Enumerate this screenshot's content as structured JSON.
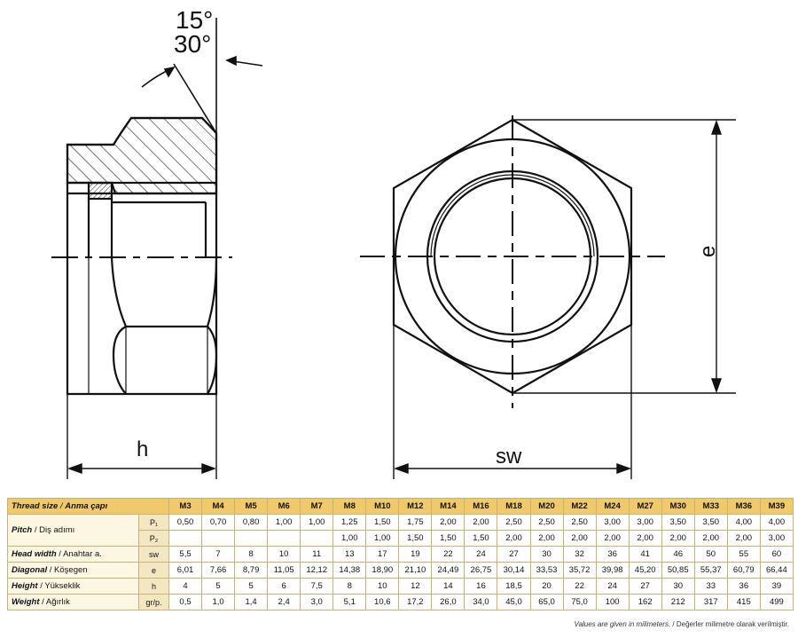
{
  "drawing": {
    "angle_top": "15°",
    "angle_bottom": "30°",
    "dim_h": "h",
    "dim_sw": "sw",
    "dim_e": "e"
  },
  "table": {
    "header": {
      "label_en": "Thread size",
      "label_tr": "Anma çapı",
      "sizes": [
        "M3",
        "M4",
        "M5",
        "M6",
        "M7",
        "M8",
        "M10",
        "M12",
        "M14",
        "M16",
        "M18",
        "M20",
        "M22",
        "M24",
        "M27",
        "M30",
        "M33",
        "M36",
        "M39"
      ]
    },
    "rows": [
      {
        "label_en": "Pitch",
        "label_tr": "Diş adımı",
        "symbol": "P₁",
        "values": [
          "0,50",
          "0,70",
          "0,80",
          "1,00",
          "1,00",
          "1,25",
          "1,50",
          "1,75",
          "2,00",
          "2,00",
          "2,50",
          "2,50",
          "2,50",
          "3,00",
          "3,00",
          "3,50",
          "3,50",
          "4,00",
          "4,00"
        ]
      },
      {
        "label_en": "",
        "label_tr": "",
        "symbol": "P₂",
        "values": [
          "",
          "",
          "",
          "",
          "",
          "1,00",
          "1,00",
          "1,50",
          "1,50",
          "1,50",
          "2,00",
          "2,00",
          "2,00",
          "2,00",
          "2,00",
          "2,00",
          "2,00",
          "2,00",
          "3,00"
        ]
      },
      {
        "label_en": "Head width",
        "label_tr": "Anahtar a.",
        "symbol": "sw",
        "values": [
          "5,5",
          "7",
          "8",
          "10",
          "11",
          "13",
          "17",
          "19",
          "22",
          "24",
          "27",
          "30",
          "32",
          "36",
          "41",
          "46",
          "50",
          "55",
          "60"
        ]
      },
      {
        "label_en": "Diagonal",
        "label_tr": "Köşegen",
        "symbol": "e",
        "values": [
          "6,01",
          "7,66",
          "8,79",
          "11,05",
          "12,12",
          "14,38",
          "18,90",
          "21,10",
          "24,49",
          "26,75",
          "30,14",
          "33,53",
          "35,72",
          "39,98",
          "45,20",
          "50,85",
          "55,37",
          "60,79",
          "66,44"
        ]
      },
      {
        "label_en": "Height",
        "label_tr": "Yükseklik",
        "symbol": "h",
        "values": [
          "4",
          "5",
          "5",
          "6",
          "7,5",
          "8",
          "10",
          "12",
          "14",
          "16",
          "18,5",
          "20",
          "22",
          "24",
          "27",
          "30",
          "33",
          "36",
          "39"
        ]
      },
      {
        "label_en": "Weight",
        "label_tr": "Ağırlık",
        "symbol": "gr/p.",
        "values": [
          "0,5",
          "1,0",
          "1,4",
          "2,4",
          "3,0",
          "5,1",
          "10,6",
          "17,2",
          "26,0",
          "34,0",
          "45,0",
          "65,0",
          "75,0",
          "100",
          "162",
          "212",
          "317",
          "415",
          "499"
        ]
      }
    ]
  },
  "footnote": {
    "en": "Values are given in milimeters.",
    "tr": "/ Değerler milimetre olarak verilmiştir."
  }
}
